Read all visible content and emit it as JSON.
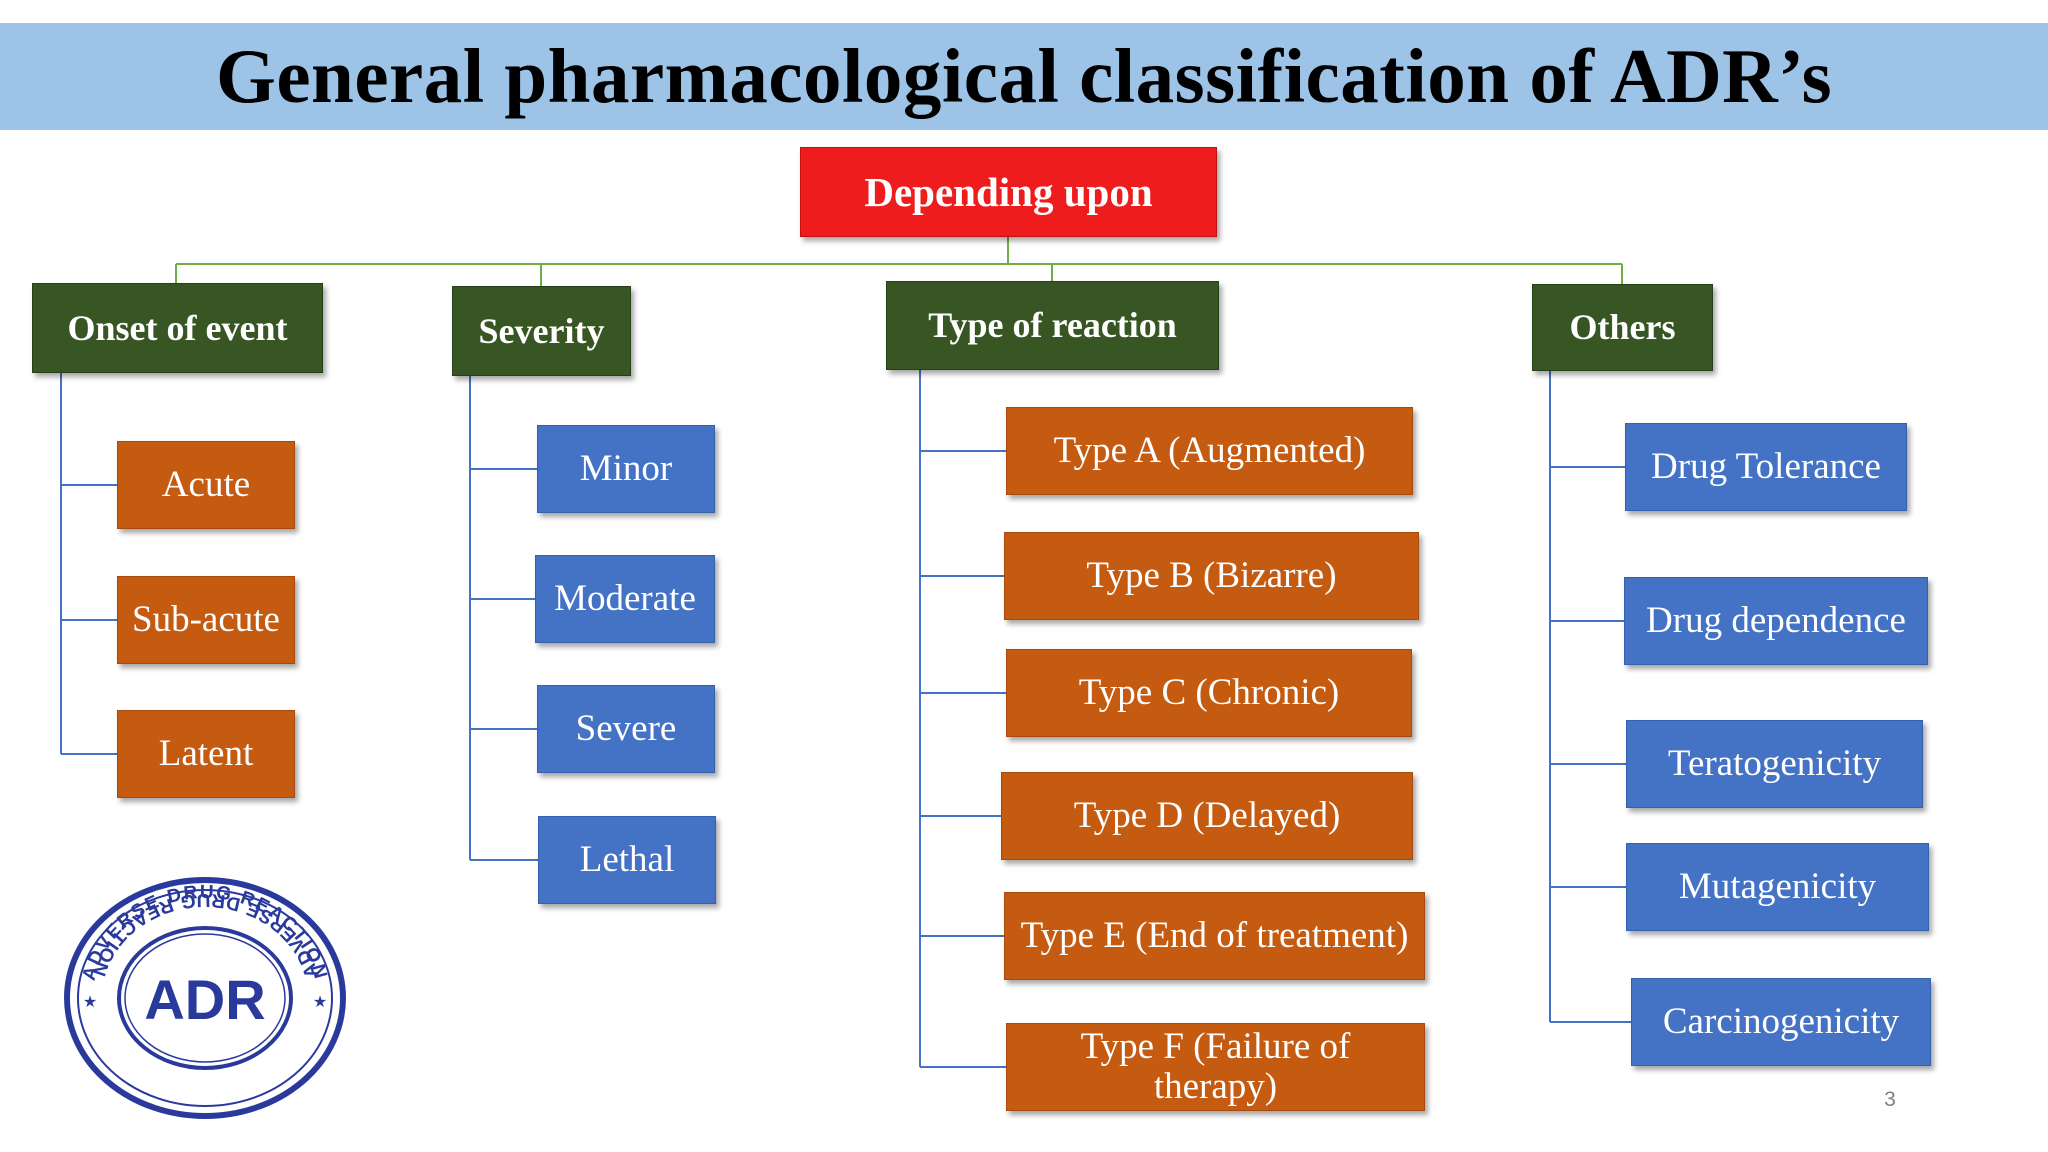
{
  "title": "General pharmacological classification of ADR’s",
  "root": {
    "label": "Depending upon",
    "color": "#ee1c1c"
  },
  "categories": [
    {
      "label": "Onset of event",
      "color": "#375623",
      "items": [
        "Acute",
        "Sub-acute",
        "Latent"
      ],
      "item_color": "#c55a11"
    },
    {
      "label": "Severity",
      "color": "#375623",
      "items": [
        "Minor",
        "Moderate",
        "Severe",
        "Lethal"
      ],
      "item_color": "#4472c4"
    },
    {
      "label": "Type of reaction",
      "color": "#375623",
      "items": [
        "Type A (Augmented)",
        "Type B (Bizarre)",
        "Type C (Chronic)",
        "Type D (Delayed)",
        "Type E (End of treatment)",
        "Type F (Failure of therapy)"
      ],
      "item_color": "#c55a11"
    },
    {
      "label": "Others",
      "color": "#375623",
      "items": [
        "Drug Tolerance",
        "Drug dependence",
        "Teratogenicity",
        "Mutagenicity",
        "Carcinogenicity"
      ],
      "item_color": "#4472c4"
    }
  ],
  "stamp": {
    "center_text": "ADR",
    "ring_text_top": "ADVERSE DRUG REACTION",
    "ring_text_bottom": "ADVERSE DRUG REACTION",
    "color": "#2a3a9c"
  },
  "page_number": "3"
}
